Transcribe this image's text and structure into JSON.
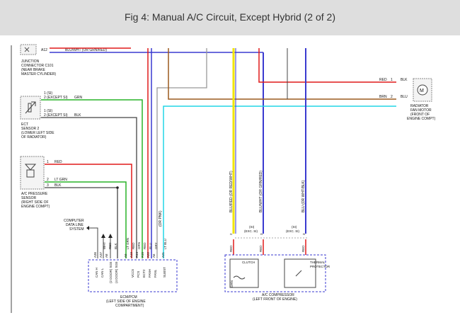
{
  "header": {
    "title": "Fig 4: Manual A/C Circuit, Except Hybrid (2 of 2)"
  },
  "colors": {
    "red": "#e01a1a",
    "green": "#28b428",
    "blue": "#3a3ad0",
    "cyan": "#22d6e6",
    "yellow": "#f2e600",
    "brown": "#9c5a1e",
    "gray": "#999999",
    "black": "#222222",
    "header_bg": "#dedede"
  },
  "junction": {
    "pin": "A12",
    "wire": "BLU/WHT (OR GRN/RED)",
    "label": [
      "JUNCTION",
      "CONNECTOR C101",
      "(NEAR BRAKE",
      "MASTER CYLINDER)"
    ]
  },
  "ect": {
    "pins": [
      "1 (SI)",
      "2 (EXCEPT SI)",
      "1 (SI)",
      "2 (EXCEPT SI)"
    ],
    "grn_label": "GRN",
    "blk_label": "BLK",
    "label": [
      "ECT",
      "SENSOR 2",
      "(LOWER LEFT SIDE",
      "OF RADIATOR)"
    ]
  },
  "pressure": {
    "pins": [
      "1",
      "2",
      "3"
    ],
    "wires": [
      "RED",
      "LT GRN",
      "BLK"
    ],
    "label": [
      "A/C PRESSURE",
      "SENSOR",
      "(RIGHT SIDE OF",
      "ENGINE COMPT)"
    ]
  },
  "fan": {
    "rows": [
      {
        "wire_in": "RED",
        "pin": "1",
        "wire_out": "BLK"
      },
      {
        "wire_in": "BRN",
        "pin": "2",
        "wire_out": "BLU"
      }
    ],
    "label": [
      "RADIATOR",
      "FAN MOTOR",
      "(FRONT OF",
      "ENGINE COMPT)"
    ],
    "symbol": "M"
  },
  "datalink": {
    "label": [
      "COMPUTER",
      "DATA LINE",
      "SYSTEM"
    ]
  },
  "ecm": {
    "wires": [
      "WHT",
      "RED",
      "BLK",
      "LT GRN",
      "RED",
      "GRN",
      "RED",
      "BLU",
      "GRY",
      "LT BLU"
    ],
    "extra_wire": "(OR PNK)",
    "pins": [
      "A36",
      "A37",
      "A8",
      "A9",
      "A19",
      "A14",
      "A15",
      "A22",
      "A6",
      "A21"
    ],
    "signals": [
      "CAN H",
      "CAN L",
      "(2 DOOR) SG5",
      "(4 DOOR) SG5",
      "VCC5",
      "PCS",
      "ECT2",
      "FANH",
      "FANL",
      "SUBST"
    ],
    "label": [
      "ECM/PCM",
      "(LEFT SIDE OF ENGINE",
      "COMPARTMENT)"
    ]
  },
  "compressor": {
    "wires_vertical": [
      "BLU/RED (OR RED/WHT)",
      "BLU/WHT (OR GRN/RED)",
      "BLU (OR WHT/BLK)"
    ],
    "pin_labels": [
      "2",
      "(SI)",
      "(EXC. SI)",
      "3",
      "(SI)",
      "(EXC. SI)",
      "3"
    ],
    "wires_bottom": [
      "RED",
      "RED",
      "RED"
    ],
    "clutch_label": "CLUTCH",
    "clutch_ground": "GRN",
    "thermal_label": [
      "THERMAL",
      "PROTECTOR"
    ],
    "label": [
      "A/C COMPRESSOR",
      "(LEFT FRONT OF ENGINE)"
    ]
  }
}
